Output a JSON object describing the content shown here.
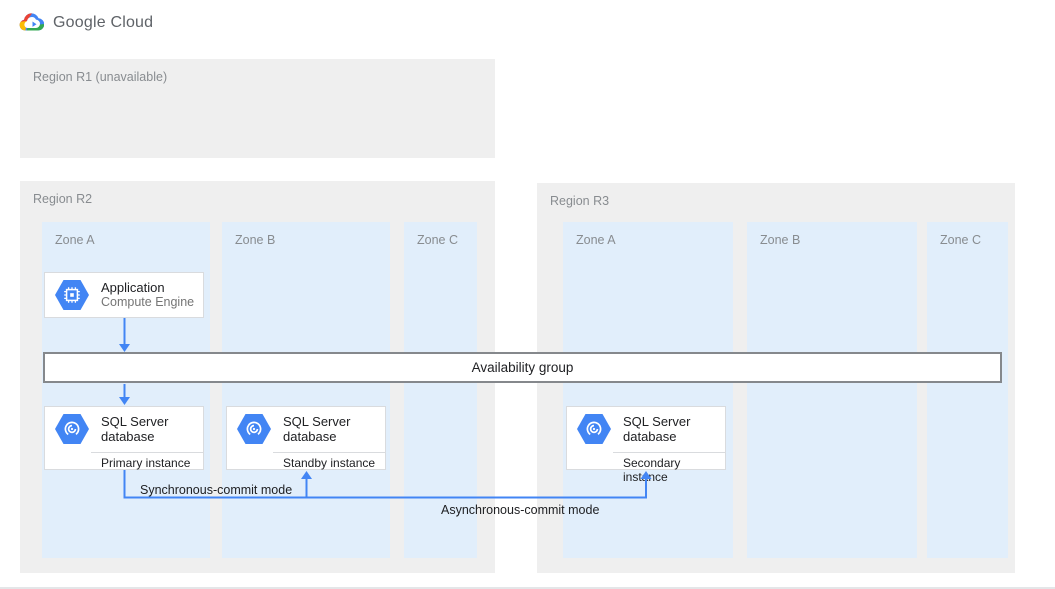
{
  "brand": {
    "wordmark": "Google Cloud",
    "icon": "google-cloud-logo"
  },
  "regions": {
    "r1": {
      "label": "Region R1 (unavailable)",
      "zones": []
    },
    "r2": {
      "label": "Region R2",
      "zones": [
        "Zone A",
        "Zone B",
        "Zone C"
      ]
    },
    "r3": {
      "label": "Region R3",
      "zones": [
        "Zone A",
        "Zone B",
        "Zone C"
      ]
    }
  },
  "cards": {
    "application": {
      "title": "Application",
      "subtitle": "Compute Engine",
      "icon": "compute-engine-icon"
    },
    "sql_primary": {
      "title": "SQL Server database",
      "instance": "Primary instance",
      "icon": "cloud-sql-icon"
    },
    "sql_standby": {
      "title": "SQL Server database",
      "instance": "Standby instance",
      "icon": "cloud-sql-icon"
    },
    "sql_secondary": {
      "title": "SQL Server database",
      "instance": "Secondary instance",
      "icon": "cloud-sql-icon"
    }
  },
  "availability_group": {
    "label": "Availability group"
  },
  "connections": {
    "sync_label": "Synchronous-commit mode",
    "async_label": "Asynchronous-commit mode"
  },
  "colors": {
    "region_fill": "#efefef",
    "zone_fill": "#e1eefb",
    "arrow_blue": "#4285f4",
    "icon_blue": "#4285f4",
    "bar_border": "#85888c",
    "card_border": "#d9dbde",
    "label_gray": "#888c90",
    "text_dark": "#202124",
    "text_gray": "#757575",
    "logo_text": "#5f6368",
    "google_red": "#ea4335",
    "google_yellow": "#fbbc05",
    "google_green": "#34a853"
  }
}
